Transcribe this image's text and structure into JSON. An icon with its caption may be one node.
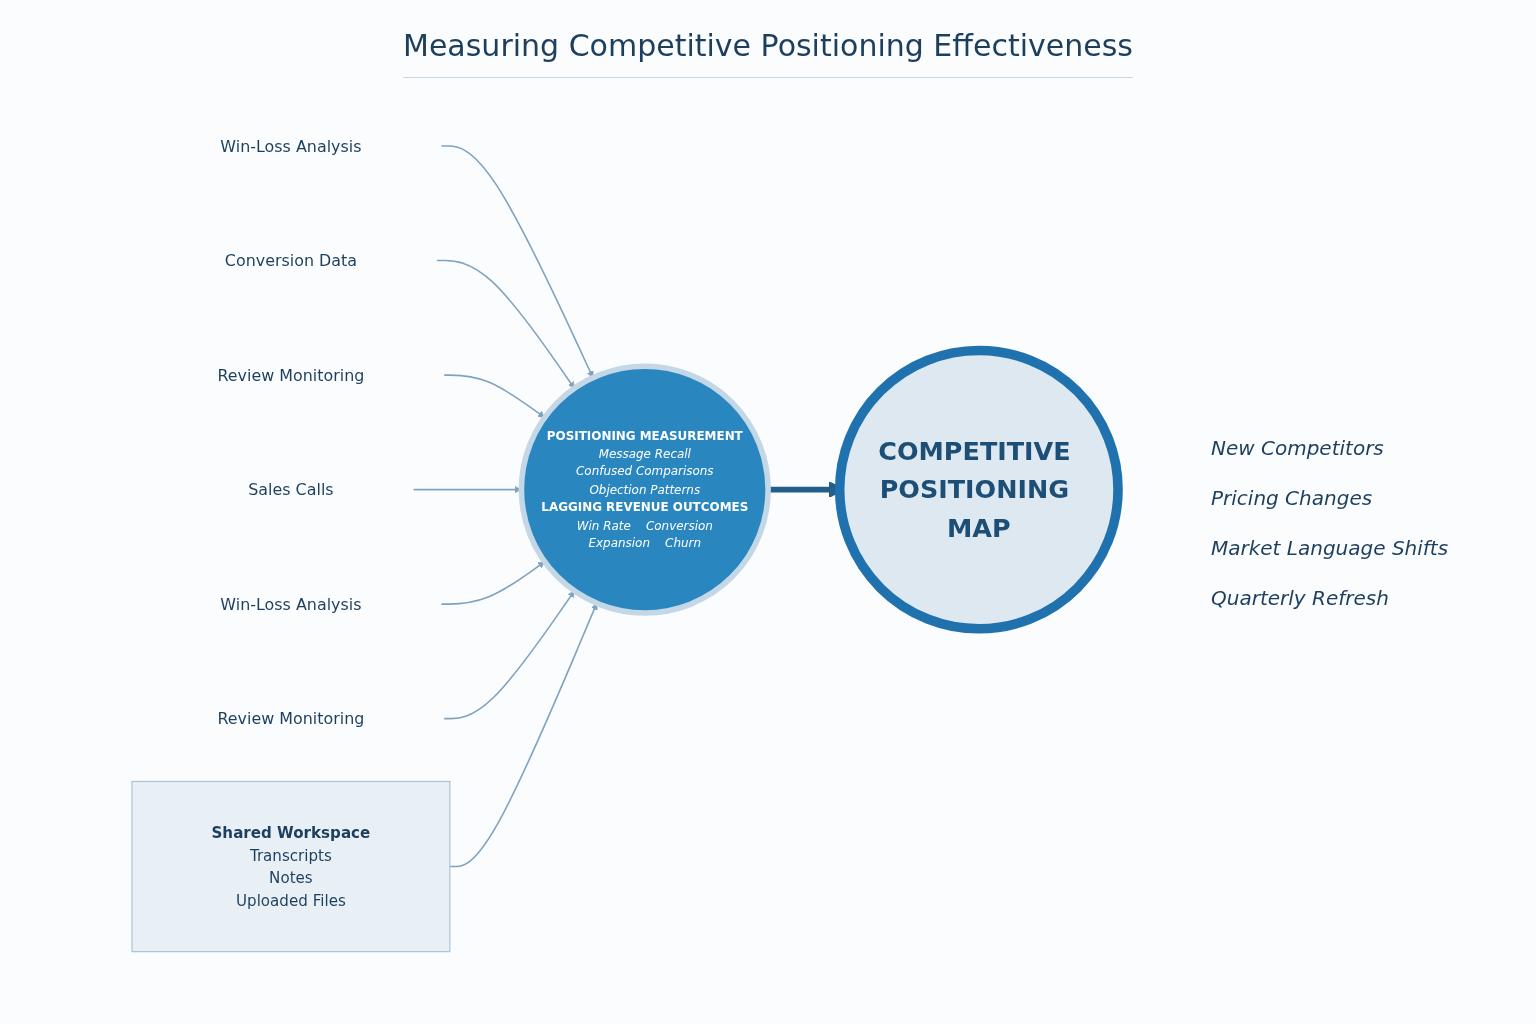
{
  "diagram": {
    "title": "Measuring Competitive Positioning Effectiveness",
    "nodes": [
      {
        "text": [
          "Win-Loss Analysis"
        ]
      },
      {
        "text": [
          "Conversion Data"
        ]
      },
      {
        "text": [
          "Review Monitoring"
        ]
      },
      {
        "text": [
          "Sales Calls"
        ]
      },
      {
        "text": [
          "Win-Loss Analysis"
        ]
      },
      {
        "text": [
          "Review Monitoring"
        ]
      },
      {
        "text": [
          "POSITIONING MEASUREMENT",
          "Message Recall",
          "Confused Comparisons",
          "Objection Patterns",
          "LAGGING REVENUE OUTCOMES",
          "Win Rate",
          "Conversion",
          "Expansion",
          "Churn"
        ]
      },
      {
        "text": [
          "COMPETITIVE POSITIONING MAP"
        ]
      },
      {
        "text": [
          "Shared Workspace",
          "Transcripts",
          "Notes",
          "Uploaded Files"
        ]
      }
    ],
    "edges": [
      {
        "from": 0,
        "to": 6,
        "arrow": "to"
      },
      {
        "from": 1,
        "to": 6,
        "arrow": "to"
      },
      {
        "from": 2,
        "to": 6,
        "arrow": "to"
      },
      {
        "from": 3,
        "to": 6,
        "arrow": "to"
      },
      {
        "from": 4,
        "to": 6,
        "arrow": "to"
      },
      {
        "from": 5,
        "to": 6,
        "arrow": "to"
      },
      {
        "from": 6,
        "to": 7,
        "arrow": "to",
        "style": "thick",
        "color": "#245f8c"
      },
      {
        "from": 8,
        "to": 6,
        "arrow": "to"
      }
    ],
    "labels": [
      "New Competitors",
      "Pricing Changes",
      "Market Language Shifts",
      "Quarterly Refresh"
    ]
  }
}
